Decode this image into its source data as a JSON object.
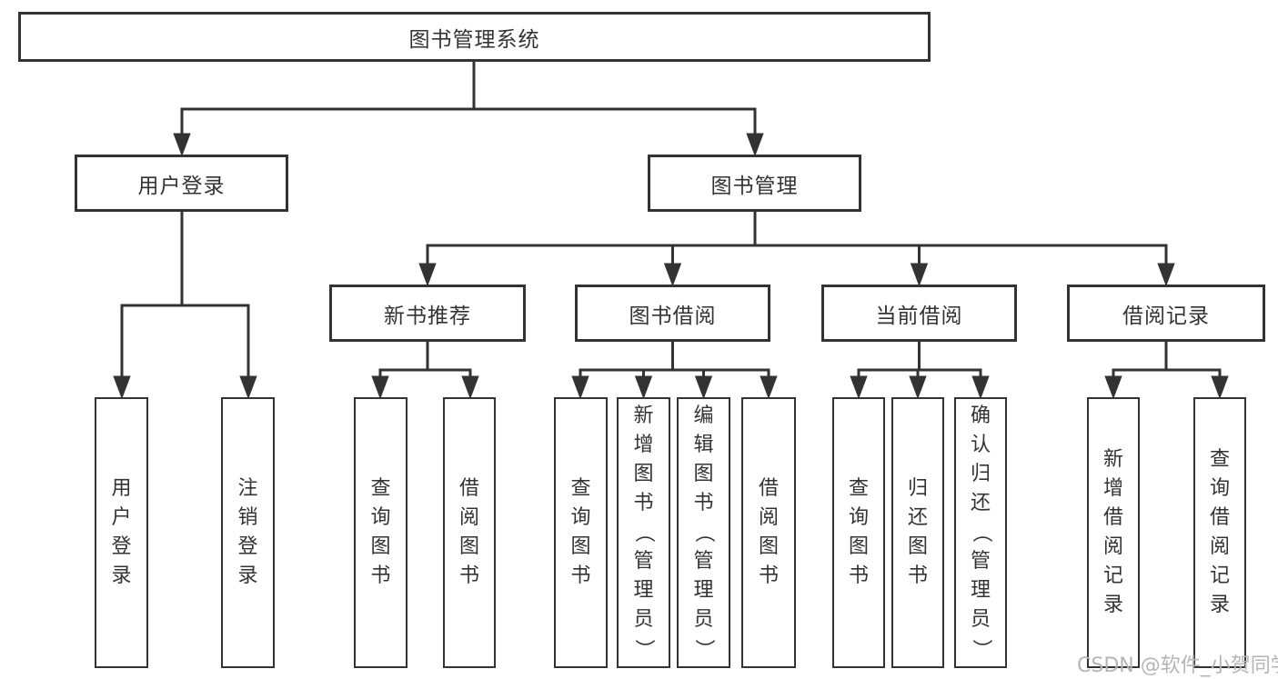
{
  "diagram": {
    "background": "#ffffff",
    "line_color": "#333333",
    "text_color": "#333333",
    "root": {
      "label": "图书管理系统"
    },
    "level2": [
      {
        "label": "用户登录",
        "children": [
          {
            "label": "用户登录"
          },
          {
            "label": "注销登录"
          }
        ]
      },
      {
        "label": "图书管理",
        "children": [
          {
            "label": "新书推荐",
            "children": [
              {
                "label": "查询图书"
              },
              {
                "label": "借阅图书"
              }
            ]
          },
          {
            "label": "图书借阅",
            "children": [
              {
                "label": "查询图书"
              },
              {
                "label": "新增图书（管理员）"
              },
              {
                "label": "编辑图书（管理员）"
              },
              {
                "label": "借阅图书"
              }
            ]
          },
          {
            "label": "当前借阅",
            "children": [
              {
                "label": "查询图书"
              },
              {
                "label": "归还图书"
              },
              {
                "label": "确认归还（管理员）"
              }
            ]
          },
          {
            "label": "借阅记录",
            "children": [
              {
                "label": "新增借阅记录"
              },
              {
                "label": "查询借阅记录"
              }
            ]
          }
        ]
      }
    ],
    "watermark": {
      "text": "CSDN @软件_小贺同学",
      "color": "#b5b5b5"
    }
  }
}
